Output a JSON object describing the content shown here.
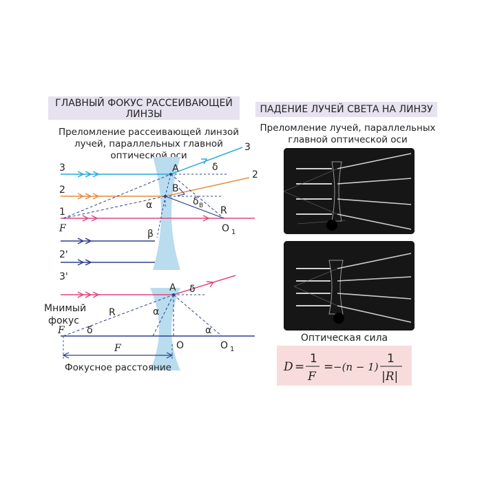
{
  "left": {
    "title": "ГЛАВНЫЙ ФОКУС РАССЕИВАЮЩЕЙ ЛИНЗЫ",
    "subtitle_lines": [
      "Преломление рассеивающей линзой",
      "лучей, параллельных главной",
      "оптической оси"
    ],
    "top_labels": {
      "ray3": "3",
      "ray2": "2",
      "ray1": "1",
      "ray2p": "2'",
      "ray3p": "3'",
      "ray3_out": "3",
      "ray2_out": "2",
      "A": "A",
      "B": "B",
      "R": "R",
      "O1": "O",
      "O1_sub": "1",
      "F": "F",
      "alpha": "α",
      "beta": "β",
      "delta": "δ",
      "delta_b": "δ",
      "delta_b_sub": "B"
    },
    "bottom_labels": {
      "virtual_focus": "Мнимый",
      "virtual_focus2": "фокус",
      "F": "F",
      "R": "R",
      "delta": "δ",
      "alpha": "α",
      "alpha2": "α",
      "A": "A",
      "O": "O",
      "O1": "O",
      "O1_sub": "1",
      "F_len": "F",
      "focal_distance": "Фокусное расстояние"
    }
  },
  "right": {
    "title": "ПАДЕНИЕ ЛУЧЕЙ СВЕТА НА ЛИНЗУ",
    "subtitle_lines": [
      "Преломление лучей, параллельных",
      "главной оптической оси"
    ],
    "power_label": "Оптическая сила",
    "formula": {
      "D": "D",
      "eq": "=",
      "one": "1",
      "F": "F",
      "eq2": "=",
      "mid": "−(n − 1)",
      "one2": "1",
      "R": "|R|"
    }
  },
  "colors": {
    "lens": "#b9dcef",
    "ray_blue": "#2b3f8f",
    "ray_cyan": "#27a9d8",
    "ray_orange": "#e98a3a",
    "ray_pink": "#e0457a",
    "axis": "#2b3f8f",
    "title_bg": "#e6e2ef",
    "formula_bg": "#f8dcdc"
  }
}
